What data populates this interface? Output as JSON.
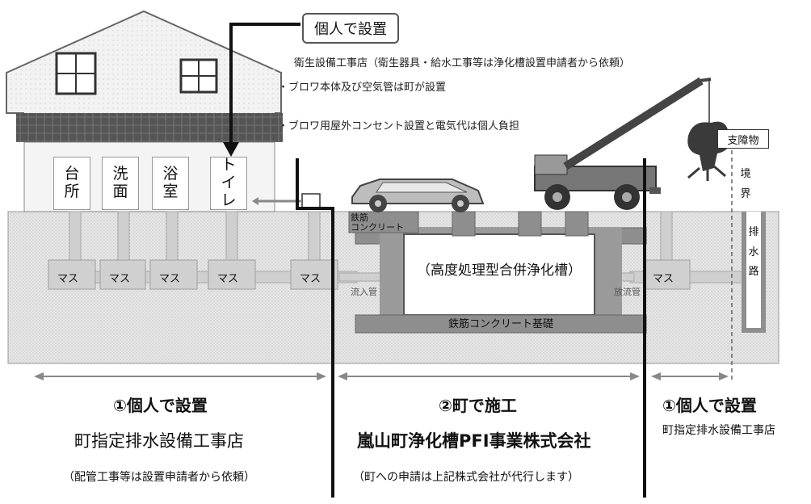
{
  "callout": "個人で設置",
  "notes": [
    "衛生設備工事店（衛生器具・給水工事等は浄化槽設置申請者から依頼）",
    "・ブロワ本体及び空気管は町が設置",
    "・ブロワ用屋外コンセント設置と電気代は個人負担"
  ],
  "rooms": [
    {
      "chars": [
        "台",
        "所"
      ]
    },
    {
      "chars": [
        "洗",
        "面"
      ]
    },
    {
      "chars": [
        "浴",
        "室"
      ]
    },
    {
      "chars": [
        "ト",
        "イ",
        "レ"
      ]
    }
  ],
  "mas_label": "マス",
  "rebar_concrete_label": [
    "鉄筋",
    "コンクリート"
  ],
  "tank_label": "（高度処理型合併浄化槽）",
  "inflow_label": "流入管",
  "outflow_label": "放流管",
  "foundation_label": "鉄筋コンクリート基礎",
  "obstacle_label": "支障物",
  "boundary_label": "境界",
  "drain_label": "排水路",
  "sections": {
    "left": {
      "heading": "①個人で設置",
      "company": "町指定排水設備工事店",
      "note": "（配管工事等は設置申請者から依頼）"
    },
    "center": {
      "heading": "②町で施工",
      "company": "嵐山町浄化槽PFI事業株式会社",
      "note": "（町への申請は上記株式会社が代行します）"
    },
    "right": {
      "heading": "①個人で設置",
      "company": "町指定排水設備工事店"
    }
  }
}
